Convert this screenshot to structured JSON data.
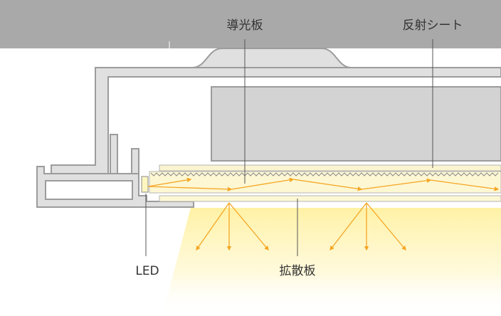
{
  "labels": {
    "light_guide": "導光板",
    "reflective_sheet": "反射シート",
    "led": "LED",
    "diffuser": "拡散板"
  },
  "colors": {
    "ceiling": "#a9a9a9",
    "frame_fill": "#e0e0e0",
    "frame_stroke": "#9c9c9c",
    "panel": "#d3d3d3",
    "light_guide": "#fdf7d3",
    "arrow": "#f5a623",
    "beam": "#fff2a6",
    "leader": "#555555"
  },
  "icons": [
    "led-chip-icon",
    "light-ray-arrow-icon"
  ]
}
